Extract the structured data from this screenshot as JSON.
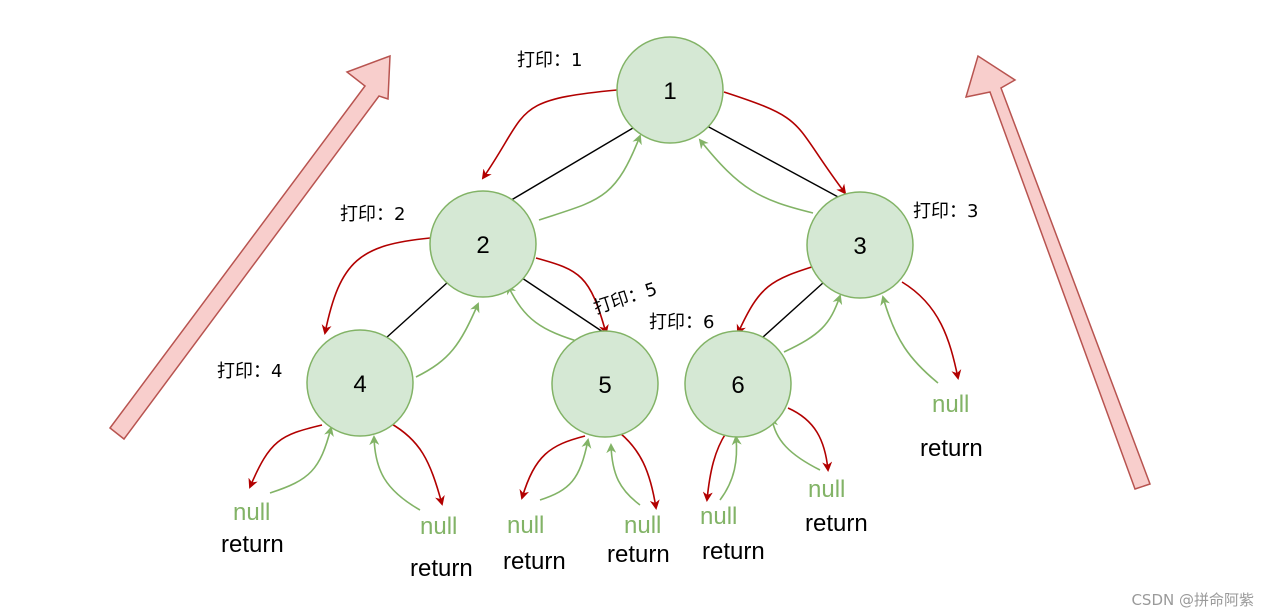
{
  "nodes": [
    {
      "id": "1",
      "label": "1",
      "print_label": "打印：1"
    },
    {
      "id": "2",
      "label": "2",
      "print_label": "打印：2"
    },
    {
      "id": "3",
      "label": "3",
      "print_label": "打印：3"
    },
    {
      "id": "4",
      "label": "4",
      "print_label": "打印：4"
    },
    {
      "id": "5",
      "label": "5",
      "print_label": "打印：5"
    },
    {
      "id": "6",
      "label": "6",
      "print_label": "打印：6"
    }
  ],
  "edges": [
    [
      "1",
      "2"
    ],
    [
      "1",
      "3"
    ],
    [
      "2",
      "4"
    ],
    [
      "2",
      "5"
    ],
    [
      "3",
      "6"
    ]
  ],
  "leaves": [
    {
      "null": "null",
      "return": "return"
    },
    {
      "null": "null",
      "return": "return"
    },
    {
      "null": "null",
      "return": "return"
    },
    {
      "null": "null",
      "return": "return"
    },
    {
      "null": "null",
      "return": "return"
    },
    {
      "null": "null",
      "return": "return"
    },
    {
      "null": "null",
      "return": "return"
    }
  ],
  "colors": {
    "node_fill": "#d5e8d4",
    "node_stroke": "#82b366",
    "descend_arrow": "#b20000",
    "return_arrow": "#82b366",
    "big_arrow_fill": "#f8cecc",
    "big_arrow_stroke": "#b85450"
  },
  "watermark": "CSDN @拼命阿紫"
}
